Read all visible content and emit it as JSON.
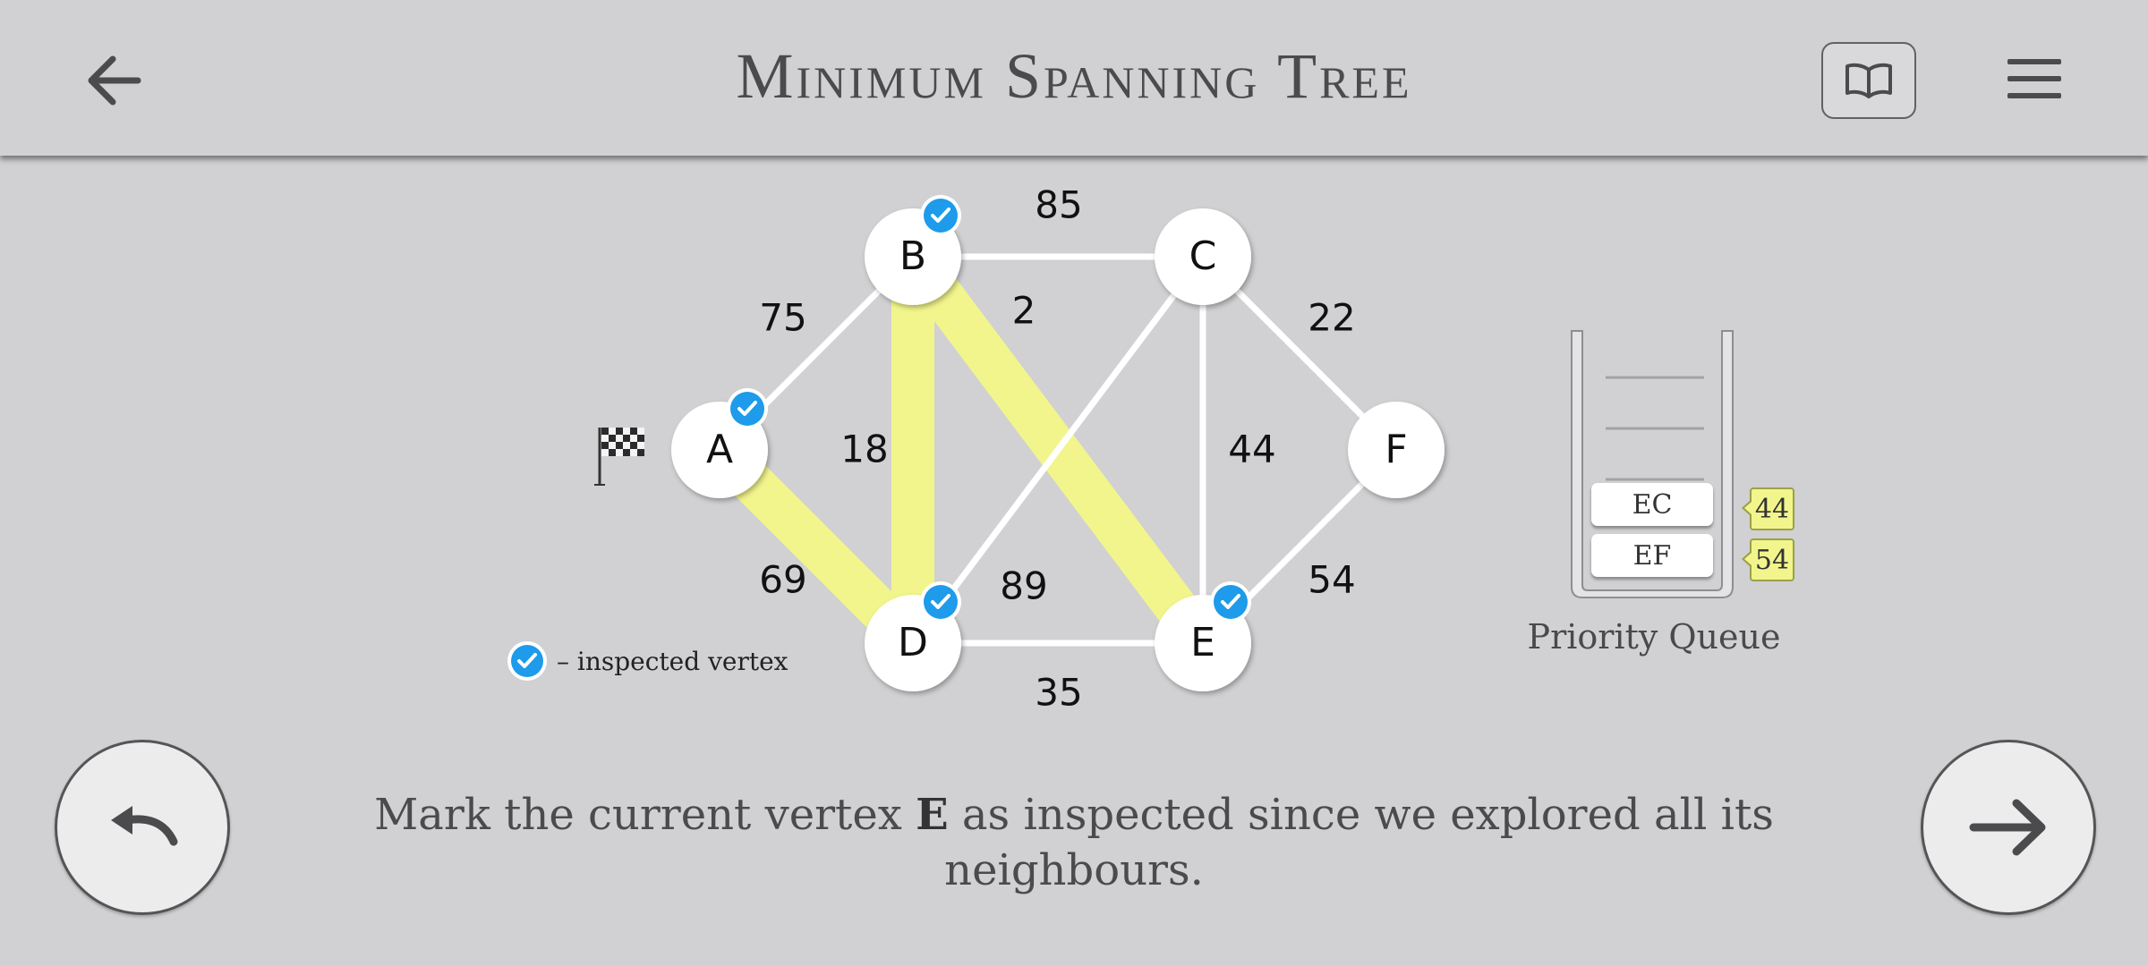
{
  "header": {
    "title": "Minimum Spanning Tree",
    "back_icon": "arrow-left-icon",
    "book_icon": "book-icon",
    "menu_icon": "hamburger-menu-icon"
  },
  "graph": {
    "start_marker_icon": "checkered-flag-icon",
    "nodes": [
      {
        "id": "A",
        "inspected": true
      },
      {
        "id": "B",
        "inspected": true
      },
      {
        "id": "C",
        "inspected": false
      },
      {
        "id": "D",
        "inspected": true
      },
      {
        "id": "E",
        "inspected": true
      },
      {
        "id": "F",
        "inspected": false
      }
    ],
    "edges": [
      {
        "from": "A",
        "to": "B",
        "weight": "75",
        "in_tree": false
      },
      {
        "from": "B",
        "to": "C",
        "weight": "85",
        "in_tree": false
      },
      {
        "from": "B",
        "to": "E",
        "weight": "2",
        "in_tree": true
      },
      {
        "from": "B",
        "to": "D",
        "weight": "18",
        "in_tree": true
      },
      {
        "from": "C",
        "to": "F",
        "weight": "22",
        "in_tree": false
      },
      {
        "from": "C",
        "to": "E",
        "weight": "44",
        "in_tree": false
      },
      {
        "from": "C",
        "to": "D",
        "weight": "",
        "in_tree": false
      },
      {
        "from": "A",
        "to": "D",
        "weight": "69",
        "in_tree": true
      },
      {
        "from": "D",
        "to": "E",
        "weight": "35",
        "in_tree": false
      },
      {
        "from": "E",
        "to": "F",
        "weight": "54",
        "in_tree": false
      },
      {
        "from": "D",
        "to": "C",
        "weight": "89",
        "in_tree": false
      }
    ]
  },
  "legend": {
    "icon": "check-circle-icon",
    "text": "– inspected vertex"
  },
  "priority_queue": {
    "label": "Priority Queue",
    "items": [
      {
        "name": "EC",
        "priority": "44"
      },
      {
        "name": "EF",
        "priority": "54"
      }
    ]
  },
  "message": {
    "prefix": "Mark the current vertex ",
    "vertex": "E",
    "suffix": " as inspected since we explored all its neighbours."
  },
  "buttons": {
    "undo_icon": "undo-icon",
    "next_icon": "arrow-right-icon"
  },
  "colors": {
    "background": "#d1d0d2",
    "tree_edge": "#f2f58c",
    "inspected_badge": "#1e9bea",
    "node_fill": "#ffffff",
    "edge": "#ffffff"
  }
}
